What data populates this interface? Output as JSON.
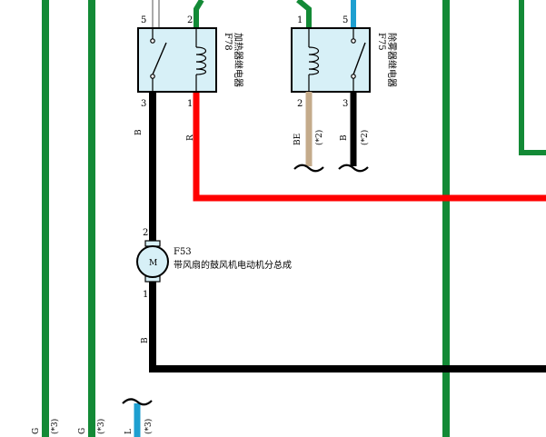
{
  "relay_f78": {
    "code": "F78",
    "name": "加热器继电器",
    "pin_top_left": "5",
    "pin_top_right": "2",
    "pin_bottom_left": "3",
    "pin_bottom_right": "1"
  },
  "relay_f75": {
    "code": "F75",
    "name": "除雾器继电器",
    "pin_top_left": "1",
    "pin_top_right": "5",
    "pin_bottom_left": "2",
    "pin_bottom_right": "3"
  },
  "motor_f53": {
    "code": "F53",
    "name": "带风扇的鼓风机电动机分总成",
    "symbol": "M",
    "pin_top": "2",
    "pin_bottom": "1"
  },
  "wire_labels": {
    "f78_pin3": "B",
    "f78_pin1": "R",
    "f75_pin2": "BE",
    "f75_pin2_note": "(*2)",
    "f75_pin3": "B",
    "f75_pin3_note": "(*2)",
    "motor_lower": "B",
    "left_wire1": "G",
    "left_wire1_note": "(*3)",
    "left_wire2": "G",
    "left_wire2_note": "(*3)",
    "left_wire3": "L",
    "left_wire3_note": "(*3)"
  },
  "colors": {
    "green": "#138a36",
    "black": "#000000",
    "red": "#ff0000",
    "tan": "#c4ab8b",
    "blue": "#1e9fd0",
    "relay_fill": "#d7f0f7"
  }
}
